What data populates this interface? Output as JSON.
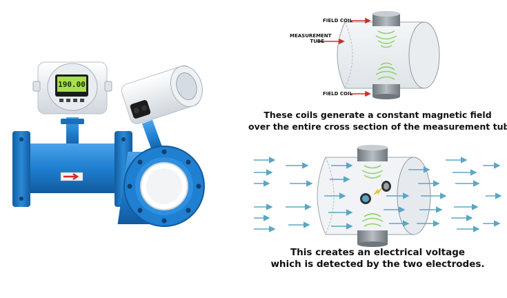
{
  "top_diagram": {
    "labels": {
      "field_coil_top": "FIELD COIL",
      "measurement_tube_line1": "MEASUREMENT",
      "measurement_tube_line2": "TUBE",
      "field_coil_bottom": "FIELD COIL"
    },
    "caption_line1": "These coils generate a constant magnetic field",
    "caption_line2": "over the entire cross section of the measurement tube."
  },
  "bottom_diagram": {
    "caption_line1": "This creates an electrical voltage",
    "caption_line2": "which is detected by the two electrodes."
  },
  "left_photo": {
    "display_reading": "190.00"
  },
  "colors": {
    "flowmeter_blue": "#1f7fd0",
    "arrow_teal": "#5aa7c4",
    "coil_gray": "#8d949a",
    "field_green": "#8fd36a",
    "label_red": "#d42a2a"
  }
}
